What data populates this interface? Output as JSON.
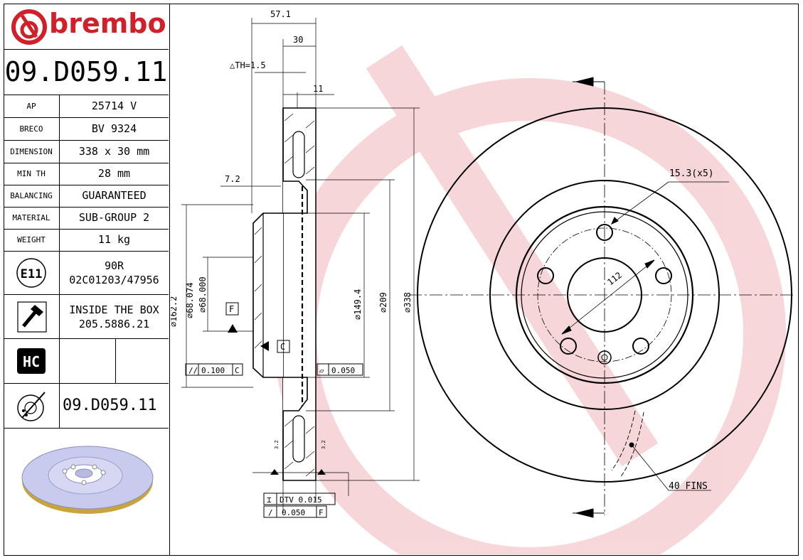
{
  "brand": "brembo",
  "part_number": "09.D059.11",
  "specs": [
    {
      "key": "AP",
      "value": "25714 V"
    },
    {
      "key": "BRECO",
      "value": "BV 9324"
    },
    {
      "key": "DIMENSION",
      "value": "338 x 30 mm"
    },
    {
      "key": "MIN TH",
      "value": "28 mm"
    },
    {
      "key": "BALANCING",
      "value": "GUARANTEED"
    },
    {
      "key": "MATERIAL",
      "value": "SUB-GROUP 2"
    },
    {
      "key": "WEIGHT",
      "value": "11 kg"
    }
  ],
  "approval": {
    "mark": "E11",
    "line1": "90R",
    "line2": "02C01203/47956"
  },
  "box": {
    "line1": "INSIDE THE BOX",
    "line2": "205.5886.21"
  },
  "hc": "HC",
  "bottom_part_number": "09.D059.11",
  "dimensions": {
    "d_57_1": "57.1",
    "d_30": "30",
    "th": "△TH=1.5",
    "d_11": "11",
    "d_7_2": "7.2",
    "dia_162_2": "∅162.2",
    "dia_68_074": "∅68.074",
    "dia_68_000": "∅68.000",
    "dia_149_4": "∅149.4",
    "dia_209": "∅209",
    "dia_338": "∅338",
    "holes": "15.3(x5)",
    "pcd": "112",
    "fins": "40 FINS",
    "datum_f": "F",
    "datum_c": "C",
    "tol_parallel": "0.100",
    "tol_parallel_ref": "C",
    "tol_flat": "0.050",
    "tol_dtv": "DTV 0.015",
    "tol_runout": "0.050",
    "tol_runout_ref": "F",
    "rough_1": "3.2",
    "rough_2": "3.2"
  },
  "colors": {
    "brand_red": "#d0202a",
    "watermark": "#f6d0d3",
    "render_face": "#c9cbee",
    "render_vanes": "#c8a43a"
  }
}
